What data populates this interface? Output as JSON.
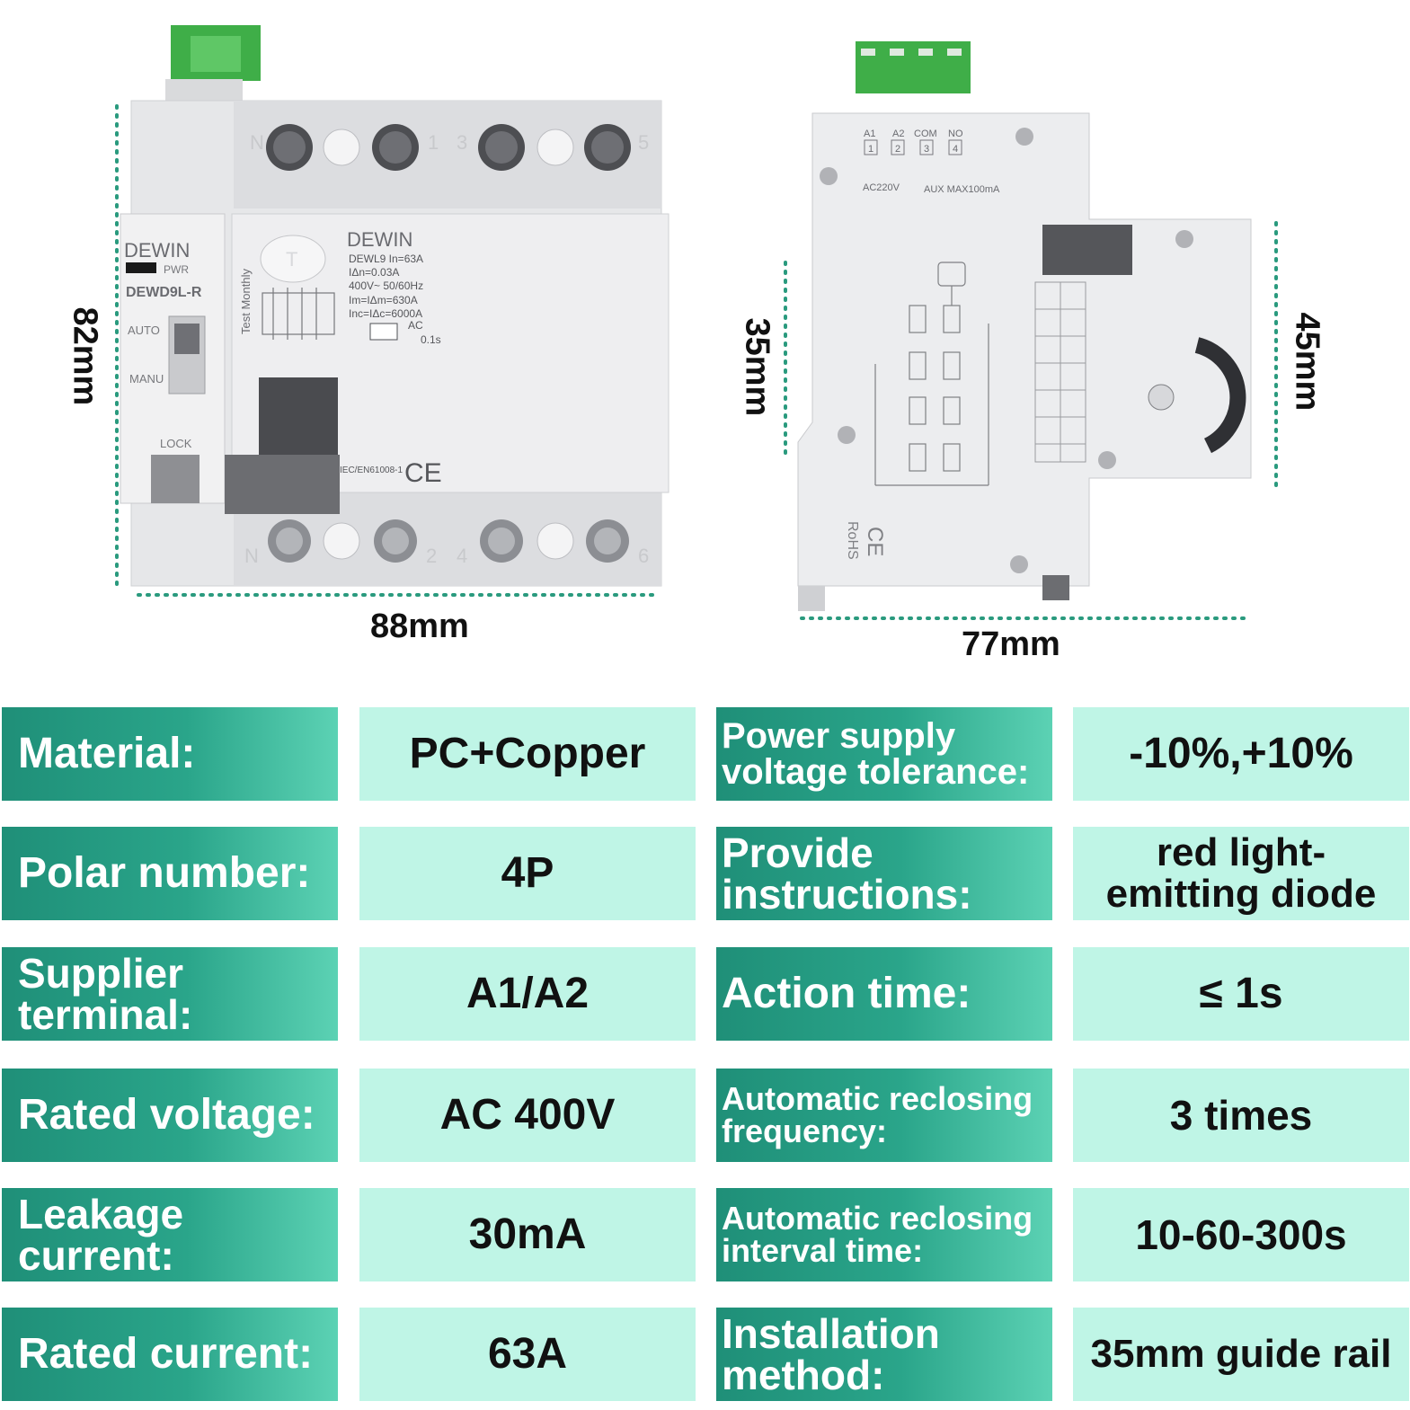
{
  "device_front": {
    "brand": "DEWIN",
    "pwr": "PWR",
    "model": "DEWD9L-R",
    "auto": "AUTO",
    "manu": "MANU",
    "lock": "LOCK",
    "test_monthly": "Test Monthly",
    "test_button": "T",
    "rcd_brand": "DEWIN",
    "rcd_specs": [
      "DEWL9  In=63A",
      "IΔn=0.03A",
      "400V~ 50/60Hz",
      "Im=IΔm=630A",
      "Inc=IΔc=6000A"
    ],
    "ac_label": "AC",
    "time_label": "0.1s",
    "standard": "IEC/EN61008-1",
    "ce": "CE",
    "top_terminals": [
      "N",
      "1",
      "3",
      "5"
    ],
    "bottom_terminals": [
      "N",
      "2",
      "4",
      "6"
    ]
  },
  "device_side": {
    "terminals": [
      "A1",
      "A2",
      "COM",
      "NO"
    ],
    "terminal_numbers": [
      "1",
      "2",
      "3",
      "4"
    ],
    "ac_label": "AC220V",
    "aux_label": "AUX\nMAX100mA",
    "rohs": "RoHS",
    "ce": "CE"
  },
  "dimensions": {
    "height_front": "82mm",
    "width_front": "88mm",
    "height_side_left": "35mm",
    "height_side_right": "45mm",
    "width_side": "77mm"
  },
  "specs": [
    {
      "label": "Material:",
      "value": "PC+Copper"
    },
    {
      "label": "Polar number:",
      "value": "4P"
    },
    {
      "label": "Supplier\nterminal:",
      "value": "A1/A2"
    },
    {
      "label": "Rated voltage:",
      "value": "AC 400V"
    },
    {
      "label": "Leakage\ncurrent:",
      "value": "30mA"
    },
    {
      "label": "Rated current:",
      "value": "63A"
    },
    {
      "label": "Power supply\nvoltage tolerance:",
      "value": "-10%,+10%"
    },
    {
      "label": "Provide\ninstructions:",
      "value": "red light-\nemitting diode"
    },
    {
      "label": "Action time:",
      "value": "≤ 1s"
    },
    {
      "label": "Automatic reclosing\nfrequency:",
      "value": "3 times"
    },
    {
      "label": "Automatic reclosing\ninterval time:",
      "value": "10-60-300s"
    },
    {
      "label": "Installation\nmethod:",
      "value": "35mm guide rail"
    }
  ],
  "colors": {
    "label_dark": "#1f8f78",
    "label_light": "#5cd2b4",
    "value_bg": "#bff5e6",
    "dotted_line": "#2a9a7e",
    "terminal_block": "#3fae48"
  }
}
